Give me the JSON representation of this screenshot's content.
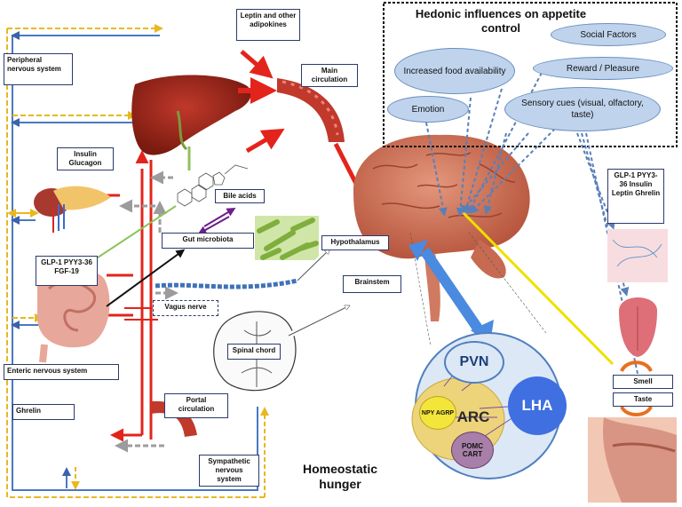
{
  "hedonic": {
    "title": "Hedonic influences on appetite control",
    "factors": [
      "Social Factors",
      "Increased food availability",
      "Reward / Pleasure",
      "Emotion",
      "Sensory cues (visual, olfactory, taste)"
    ]
  },
  "labels": {
    "peripheral": "Peripheral nervous system",
    "leptin": "Leptin and other adipokines",
    "main_circ": "Main circulation",
    "insulin": "Insulin Glucagon",
    "bile": "Bile acids",
    "gut_micro": "Gut microbiota",
    "glp_gut": "GLP-1 PYY3-36 FGF-19",
    "vagus": "Vagus nerve",
    "hypothalamus": "Hypothalamus",
    "brainstem": "Brainstem",
    "spinal": "Spinal chord",
    "enteric": "Enteric nervous system",
    "ghrelin": "Ghrelin",
    "portal": "Portal circulation",
    "sympathetic": "Sympathetic nervous system",
    "homeostatic": "Homeostatic hunger",
    "glp_right": "GLP-1 PYY3-36 Insulin Leptin Ghrelin",
    "smell": "Smell",
    "taste": "Taste"
  },
  "nuclei": {
    "pvn": "PVN",
    "lha": "LHA",
    "arc": "ARC",
    "npy": "NPY AGRP",
    "pomc": "POMC CART"
  },
  "colors": {
    "red": "#e3241c",
    "grey_dash": "#9c9c9c",
    "yellow_dash": "#e8b820",
    "blue_arrow": "#4a78c2",
    "ellipse_fill": "#bfd3ec",
    "purple": "#6b1e8c",
    "green": "#8cc35a"
  }
}
